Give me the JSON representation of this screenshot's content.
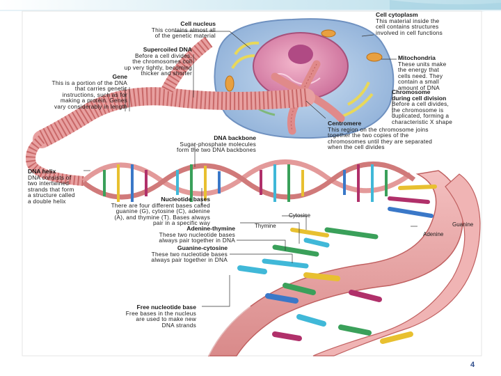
{
  "slide": {
    "number": "4"
  },
  "labels": {
    "cell_nucleus": {
      "title": "Cell nucleus",
      "desc": "This contains almost all\nof the genetic material"
    },
    "cell_cytoplasm": {
      "title": "Cell cytoplasm",
      "desc": "This material inside the\ncell contains structures\ninvolved in cell functions"
    },
    "supercoiled_dna": {
      "title": "Supercoiled DNA",
      "desc": "Before a cell divides,\nthe chromosomes coil\nup very tightly, becoming\nthicker and shorter"
    },
    "mitochondria": {
      "title": "Mitochondria",
      "desc": "These units make\nthe energy that\ncells need. They\ncontain a small\namount of DNA"
    },
    "gene": {
      "title": "Gene",
      "desc": "This is a portion of the DNA\nthat carries genetic\ninstructions, such as for\nmaking a protein. Genes\nvary considerably in length"
    },
    "chromosome_division": {
      "title": "Chromosome\nduring cell division",
      "desc": "Before a cell divides,\nthe chromosome is\nduplicated, forming a\ncharacteristic X shape"
    },
    "centromere": {
      "title": "Centromere",
      "desc": "This region on the chromosome joins\ntogether the two copies of the\nchromosomes until they are separated\nwhen the cell divides"
    },
    "dna_backbone": {
      "title": "DNA backbone",
      "desc": "Sugar-phosphate molecules\nform the two DNA backbones"
    },
    "dna_helix": {
      "title": "DNA helix",
      "desc": "DNA consists of\ntwo intertwined\nstrands that form\na structure called\na double helix"
    },
    "nucleotide_bases": {
      "title": "Nucleotide bases",
      "desc": "There are four different bases called\nguanine (G), cytosine (C), adenine\n(A), and thymine (T). Bases always\npair in a specific way"
    },
    "cytosine": "Cytosine",
    "guanine": "Guanine",
    "thymine": "Thymine",
    "adenine": "Adenine",
    "adenine_thymine": {
      "title": "Adenine-thymine",
      "desc": "These two nucleotide bases\nalways pair together in DNA"
    },
    "guanine_cytosine": {
      "title": "Guanine-cytosine",
      "desc": "These two nucleotide bases\nalways pair together in DNA"
    },
    "free_nucleotide": {
      "title": "Free nucleotide base",
      "desc": "Free bases in the nucleus\nare used to make new\nDNA strands"
    }
  },
  "colors": {
    "backbone": "#e8a0a0",
    "backbone_dark": "#c96a6a",
    "nucleus": "#d880a8",
    "cytoplasm": "#a8c8e8",
    "base_adenine": "#3aa05a",
    "base_thymine": "#e8c030",
    "base_guanine": "#3a78c8",
    "base_cytosine": "#b0306a",
    "base_cyan": "#40b8d8",
    "slide_accent": "#2f4e8c"
  }
}
